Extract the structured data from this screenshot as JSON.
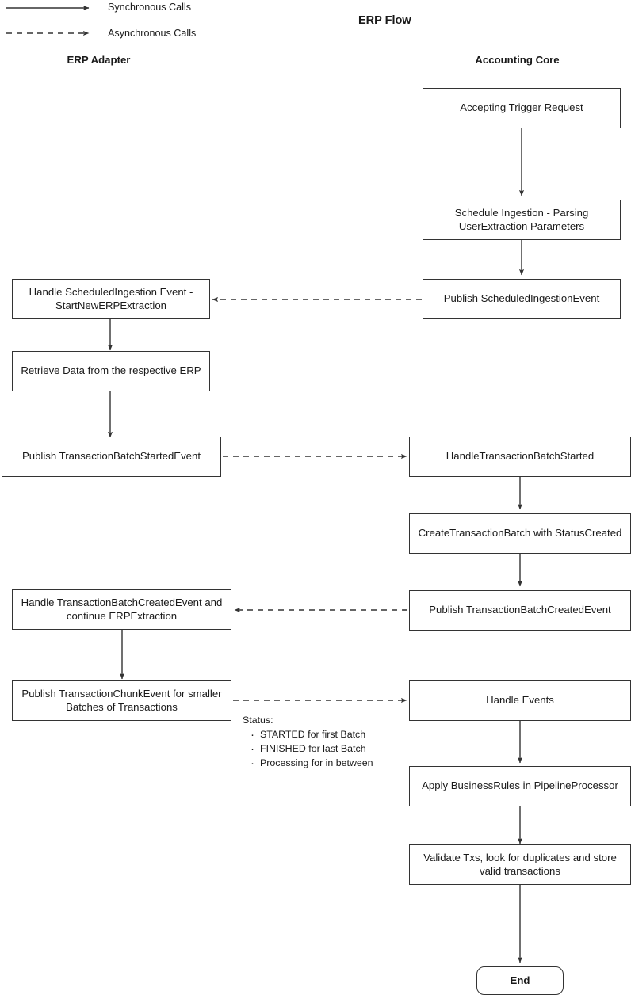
{
  "title": "ERP Flow",
  "colors": {
    "stroke": "#333333",
    "text": "#1a1a1a",
    "background": "#ffffff"
  },
  "legend": [
    {
      "style": "solid",
      "label": "Synchronous Calls"
    },
    {
      "style": "dashed",
      "label": "Asynchronous Calls"
    }
  ],
  "lanes": [
    {
      "id": "erp-adapter",
      "label": "ERP Adapter"
    },
    {
      "id": "accounting-core",
      "label": "Accounting Core"
    }
  ],
  "nodes": {
    "accepting_trigger": "Accepting Trigger Request",
    "schedule_ingestion": "Schedule Ingestion - Parsing UserExtraction Parameters",
    "publish_scheduled_ingestion": "Publish ScheduledIngestionEvent",
    "handle_scheduled_ingestion": "Handle ScheduledIngestion Event - StartNewERPExtraction",
    "retrieve_data": "Retrieve Data from the respective ERP",
    "publish_batch_started": "Publish TransactionBatchStartedEvent",
    "handle_batch_started": "HandleTransactionBatchStarted",
    "create_batch": "CreateTransactionBatch with StatusCreated",
    "publish_batch_created": "Publish TransactionBatchCreatedEvent",
    "handle_batch_created": "Handle TransactionBatchCreatedEvent and continue ERPExtraction",
    "publish_chunk_event": "Publish TransactionChunkEvent for smaller Batches of Transactions",
    "handle_events": "Handle Events",
    "apply_business_rules": "Apply BusinessRules in PipelineProcessor",
    "validate_txs": "Validate Txs, look for duplicates and store valid transactions",
    "end": "End"
  },
  "status_note": {
    "heading": "Status:",
    "items": [
      "STARTED for first Batch",
      "FINISHED for last Batch",
      "Processing for in between"
    ]
  }
}
